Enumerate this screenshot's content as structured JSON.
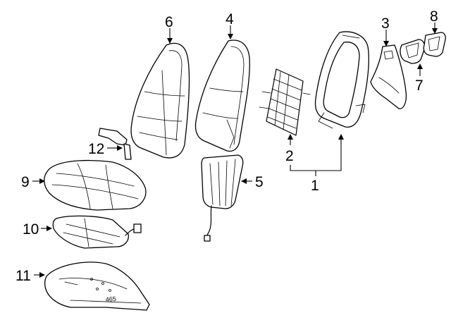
{
  "callouts": {
    "c1": "1",
    "c2": "2",
    "c3": "3",
    "c4": "4",
    "c5": "5",
    "c6": "6",
    "c7": "7",
    "c8": "8",
    "c9": "9",
    "c10": "10",
    "c11": "11",
    "c12": "12"
  },
  "part_marking": "465",
  "colors": {
    "line": "#000000",
    "background": "#ffffff"
  }
}
